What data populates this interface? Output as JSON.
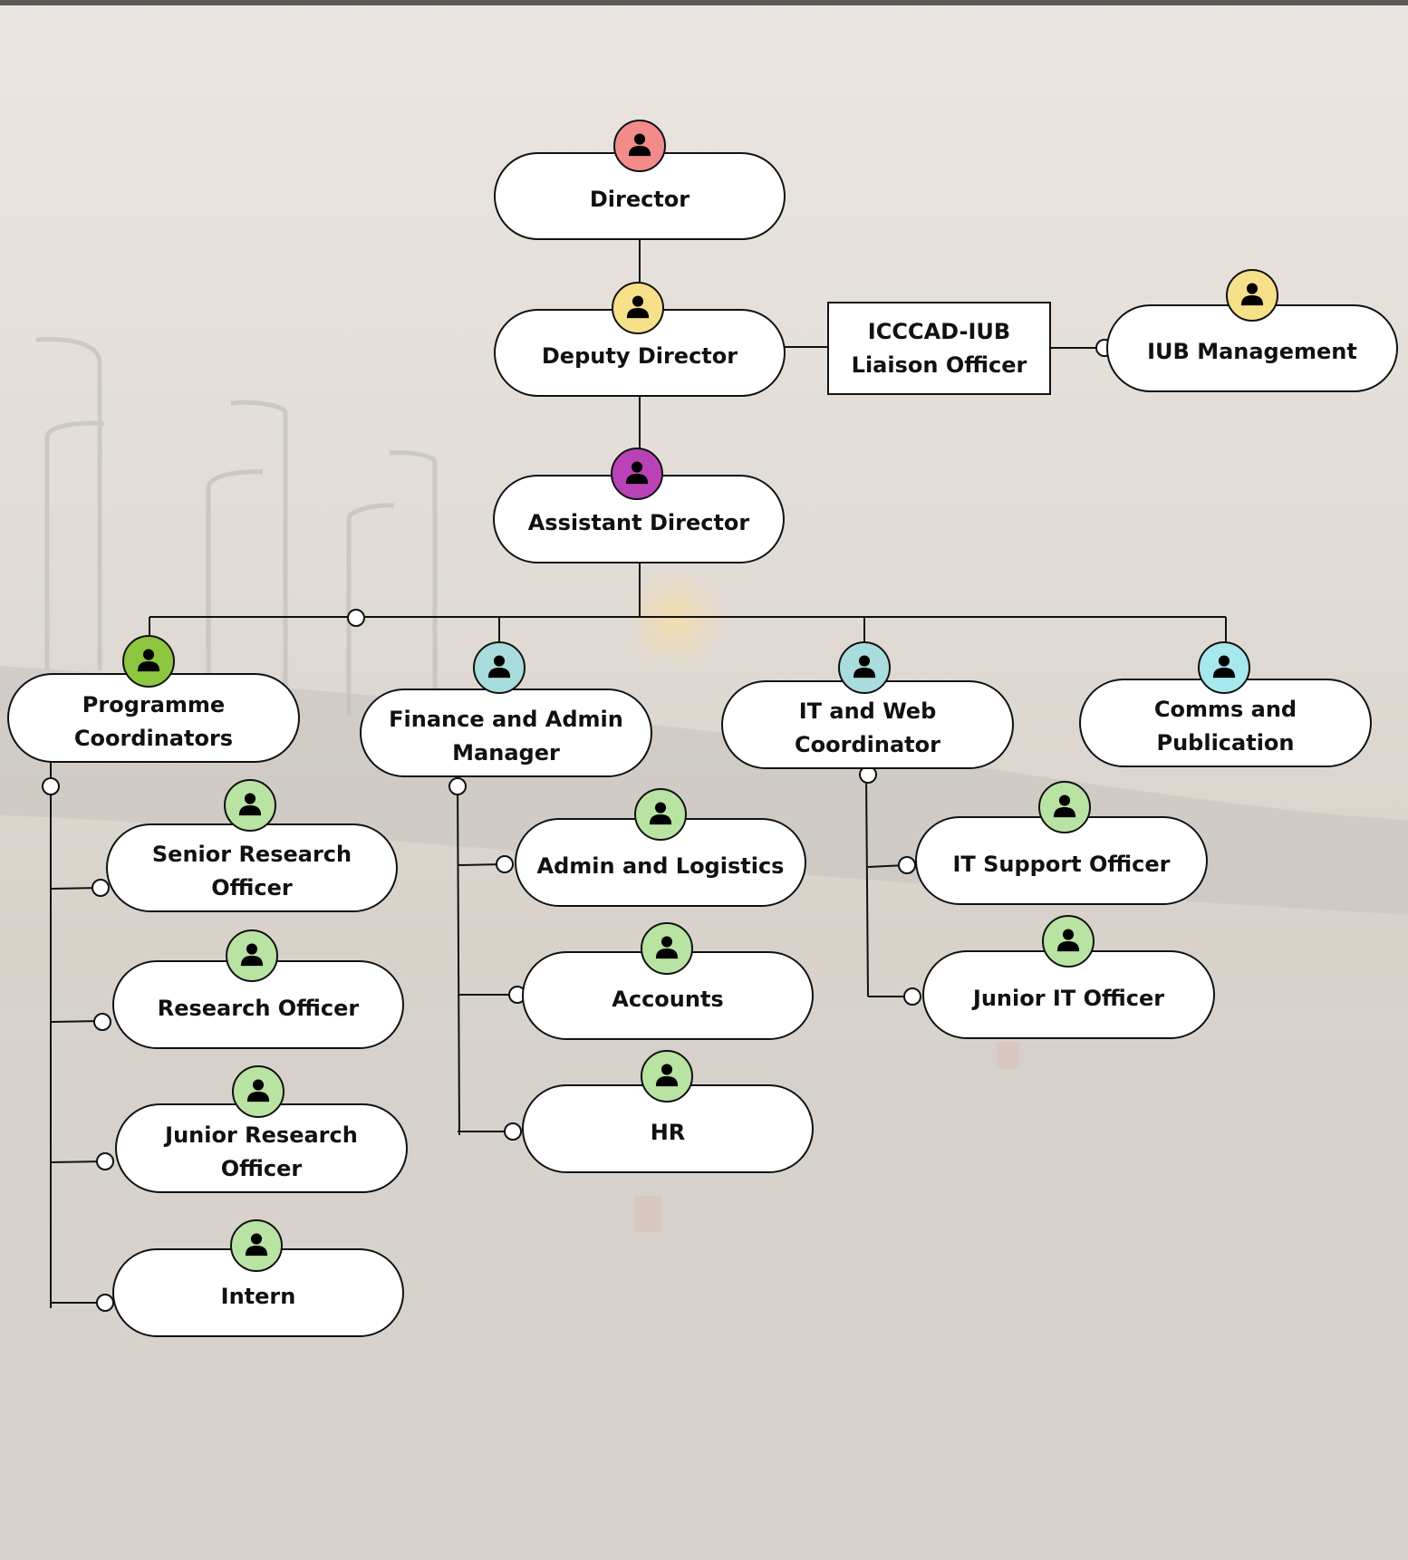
{
  "colors": {
    "director": "#f28c8a",
    "deputy": "#f7e08a",
    "assistant": "#b942b7",
    "programme": "#8dc63f",
    "teal": "#a9dcdd",
    "comms": "#a7e7ee",
    "staff": "#b9e3a3",
    "iub": "#f7e08a"
  },
  "nodes": {
    "director": "Director",
    "deputy": "Deputy Director",
    "liaison_line1": "ICCCAD-IUB",
    "liaison_line2": "Liaison Officer",
    "iub": "IUB Management",
    "assistant": "Assistant Director",
    "programme_line1": "Programme",
    "programme_line2": "Coordinators",
    "finance_line1": "Finance and Admin",
    "finance_line2": "Manager",
    "itweb": "IT and Web Coordinator",
    "comms_line1": "Comms and",
    "comms_line2": "Publication",
    "senior_line1": "Senior Research",
    "senior_line2": "Officer",
    "research": "Research Officer",
    "junior_research_line1": "Junior Research",
    "junior_research_line2": "Officer",
    "intern": "Intern",
    "admin_logistics": "Admin and Logistics",
    "accounts": "Accounts",
    "hr": "HR",
    "it_support": "IT Support Officer",
    "junior_it": "Junior IT Officer"
  }
}
